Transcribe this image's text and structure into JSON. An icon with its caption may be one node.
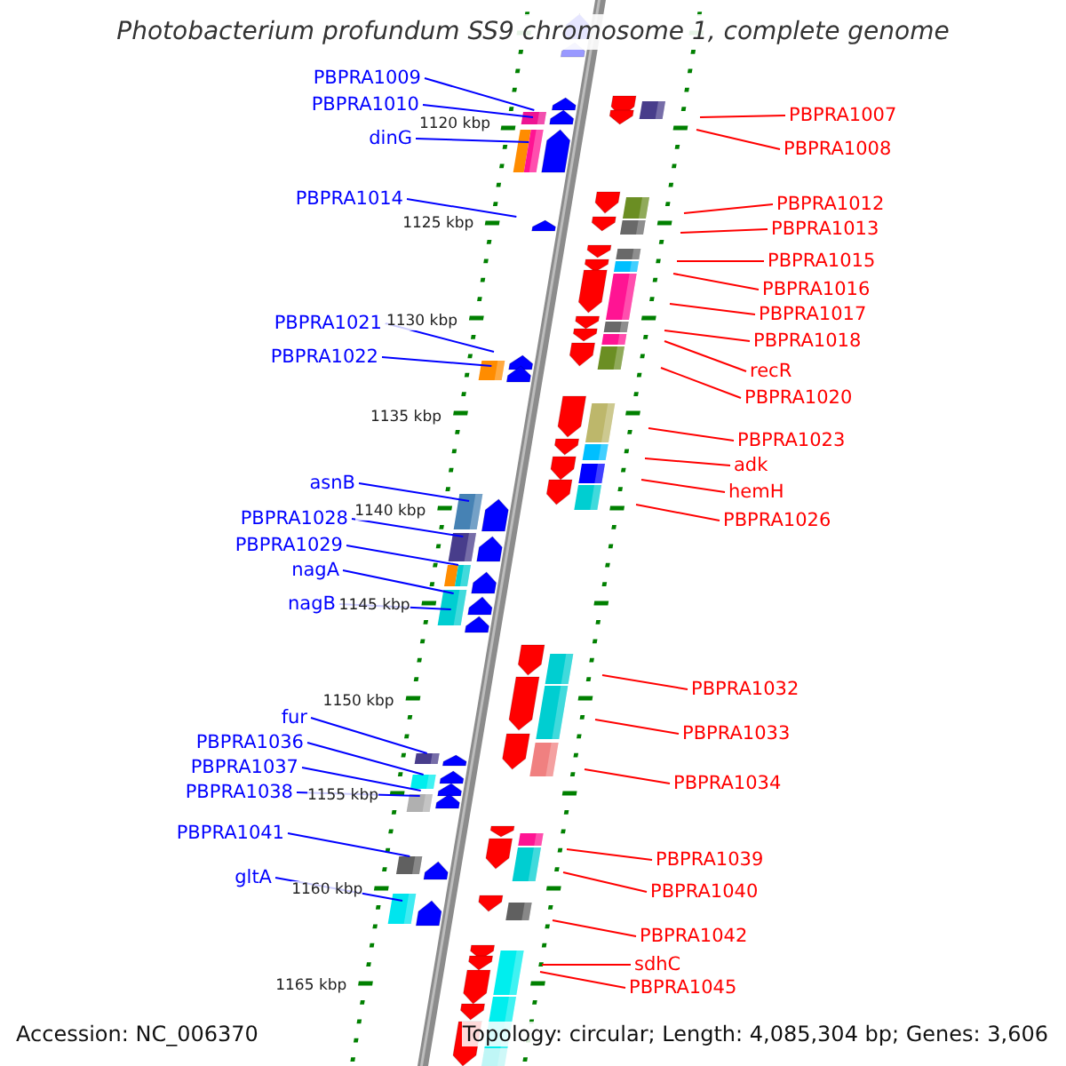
{
  "diagram": {
    "title": "Photobacterium profundum SS9 chromosome 1, complete genome",
    "nodes": [
      {
        "text": [
          "PBPRA1009"
        ]
      },
      {
        "text": [
          "PBPRA1010"
        ]
      },
      {
        "text": [
          "dinG"
        ]
      },
      {
        "text": [
          "PBPRA1014"
        ]
      },
      {
        "text": [
          "PBPRA1021"
        ]
      },
      {
        "text": [
          "PBPRA1022"
        ]
      },
      {
        "text": [
          "asnB"
        ]
      },
      {
        "text": [
          "PBPRA1028"
        ]
      },
      {
        "text": [
          "PBPRA1029"
        ]
      },
      {
        "text": [
          "nagA"
        ]
      },
      {
        "text": [
          "nagB"
        ]
      },
      {
        "text": [
          "fur"
        ]
      },
      {
        "text": [
          "PBPRA1036"
        ]
      },
      {
        "text": [
          "PBPRA1037"
        ]
      },
      {
        "text": [
          "PBPRA1038"
        ]
      },
      {
        "text": [
          "PBPRA1041"
        ]
      },
      {
        "text": [
          "gltA"
        ]
      },
      {
        "text": [
          "PBPRA1007"
        ]
      },
      {
        "text": [
          "PBPRA1008"
        ]
      },
      {
        "text": [
          "PBPRA1012"
        ]
      },
      {
        "text": [
          "PBPRA1013"
        ]
      },
      {
        "text": [
          "PBPRA1015"
        ]
      },
      {
        "text": [
          "PBPRA1016"
        ]
      },
      {
        "text": [
          "PBPRA1017"
        ]
      },
      {
        "text": [
          "PBPRA1018"
        ]
      },
      {
        "text": [
          "recR"
        ]
      },
      {
        "text": [
          "PBPRA1020"
        ]
      },
      {
        "text": [
          "PBPRA1023"
        ]
      },
      {
        "text": [
          "adk"
        ]
      },
      {
        "text": [
          "hemH"
        ]
      },
      {
        "text": [
          "PBPRA1026"
        ]
      },
      {
        "text": [
          "PBPRA1032"
        ]
      },
      {
        "text": [
          "PBPRA1033"
        ]
      },
      {
        "text": [
          "PBPRA1034"
        ]
      },
      {
        "text": [
          "PBPRA1039"
        ]
      },
      {
        "text": [
          "PBPRA1040"
        ]
      },
      {
        "text": [
          "PBPRA1042"
        ]
      },
      {
        "text": [
          "sdhC"
        ]
      },
      {
        "text": [
          "PBPRA1045"
        ]
      }
    ],
    "edges": [
      {
        "from": 0,
        "to": null,
        "arrow": "none",
        "color": "#0000ff"
      },
      {
        "from": 1,
        "to": null,
        "arrow": "none",
        "color": "#0000ff"
      },
      {
        "from": 2,
        "to": null,
        "arrow": "none",
        "color": "#0000ff"
      },
      {
        "from": 3,
        "to": null,
        "arrow": "none",
        "color": "#0000ff"
      },
      {
        "from": 4,
        "to": null,
        "arrow": "none",
        "color": "#0000ff"
      },
      {
        "from": 5,
        "to": null,
        "arrow": "none",
        "color": "#0000ff"
      },
      {
        "from": 6,
        "to": null,
        "arrow": "none",
        "color": "#0000ff"
      },
      {
        "from": 7,
        "to": null,
        "arrow": "none",
        "color": "#0000ff"
      },
      {
        "from": 8,
        "to": null,
        "arrow": "none",
        "color": "#0000ff"
      },
      {
        "from": 9,
        "to": null,
        "arrow": "none",
        "color": "#0000ff"
      },
      {
        "from": 10,
        "to": null,
        "arrow": "none",
        "color": "#0000ff"
      },
      {
        "from": 11,
        "to": null,
        "arrow": "none",
        "color": "#0000ff"
      },
      {
        "from": 12,
        "to": null,
        "arrow": "none",
        "color": "#0000ff"
      },
      {
        "from": 13,
        "to": null,
        "arrow": "none",
        "color": "#0000ff"
      },
      {
        "from": 14,
        "to": null,
        "arrow": "none",
        "color": "#0000ff"
      },
      {
        "from": 15,
        "to": null,
        "arrow": "none",
        "color": "#0000ff"
      },
      {
        "from": 16,
        "to": null,
        "arrow": "none",
        "color": "#0000ff"
      },
      {
        "from": 17,
        "to": null,
        "arrow": "none"
      },
      {
        "from": 18,
        "to": null,
        "arrow": "none"
      },
      {
        "from": 19,
        "to": null,
        "arrow": "none"
      },
      {
        "from": 20,
        "to": null,
        "arrow": "none"
      },
      {
        "from": 21,
        "to": null,
        "arrow": "none"
      },
      {
        "from": 22,
        "to": null,
        "arrow": "none"
      },
      {
        "from": 23,
        "to": null,
        "arrow": "none"
      },
      {
        "from": 24,
        "to": null,
        "arrow": "none"
      },
      {
        "from": 25,
        "to": null,
        "arrow": "none"
      },
      {
        "from": 26,
        "to": null,
        "arrow": "none"
      },
      {
        "from": 27,
        "to": null,
        "arrow": "none"
      },
      {
        "from": 28,
        "to": null,
        "arrow": "none"
      },
      {
        "from": 29,
        "to": null,
        "arrow": "none"
      },
      {
        "from": 30,
        "to": null,
        "arrow": "none"
      },
      {
        "from": 31,
        "to": null,
        "arrow": "none"
      },
      {
        "from": 32,
        "to": null,
        "arrow": "none"
      },
      {
        "from": 33,
        "to": null,
        "arrow": "none"
      },
      {
        "from": 34,
        "to": null,
        "arrow": "none"
      },
      {
        "from": 35,
        "to": null,
        "arrow": "none"
      },
      {
        "from": 36,
        "to": null,
        "arrow": "none"
      },
      {
        "from": 37,
        "to": null,
        "arrow": "none"
      },
      {
        "from": 38,
        "to": null,
        "arrow": "none"
      }
    ],
    "labels": [
      "1120 kbp",
      "1125 kbp",
      "1130 kbp",
      "1135 kbp",
      "1140 kbp",
      "1145 kbp",
      "1150 kbp",
      "1155 kbp",
      "1160 kbp",
      "1165 kbp",
      "Accession: NC_006370",
      "Topology: circular; Length: 4,085,304 bp; Genes: 3,606"
    ]
  }
}
